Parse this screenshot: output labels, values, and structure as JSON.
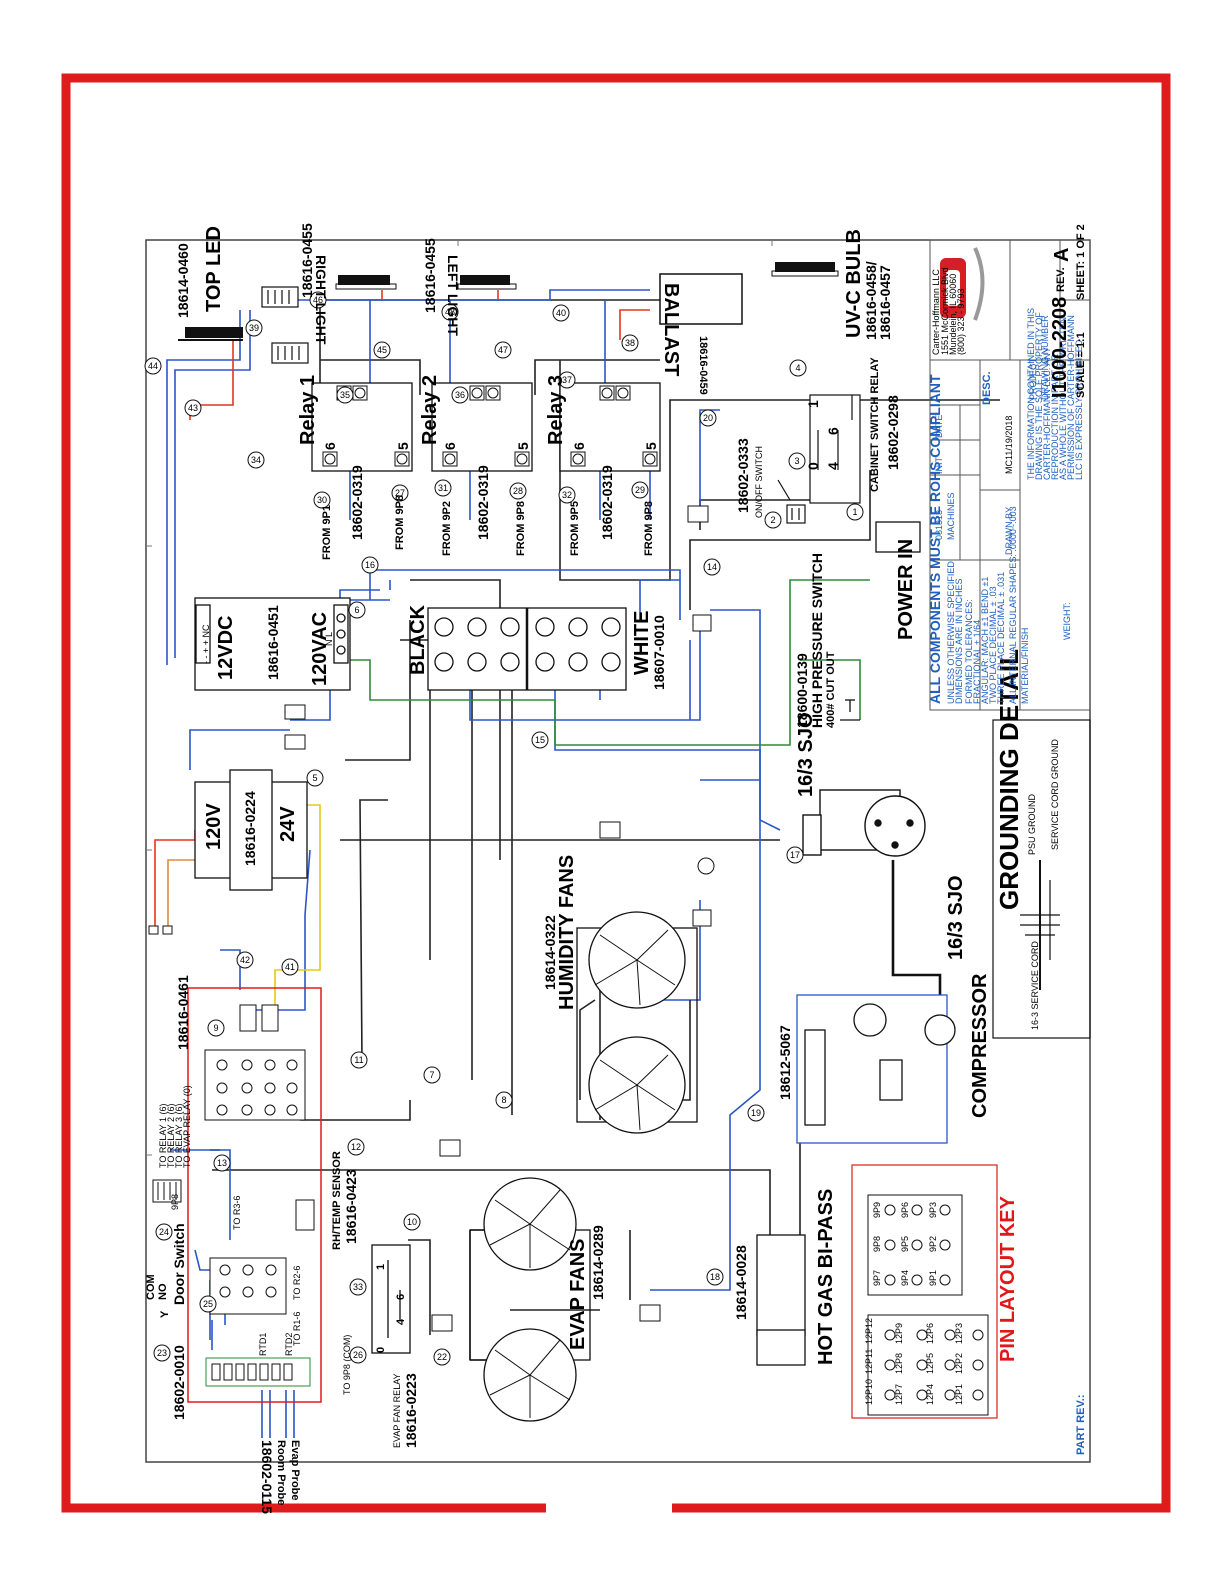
{
  "border": {
    "color": "#e01b1b"
  },
  "drawing": {
    "top_led": {
      "part": "18614-0460",
      "label": "TOP LED"
    },
    "right_light": {
      "part": "18616-0455",
      "label": "RIGHT LIGHT"
    },
    "left_light": {
      "part": "18616-0455",
      "label": "LEFT LIGHT"
    },
    "ballast": {
      "label": "BALLAST",
      "part": "18616-0459"
    },
    "uvc": {
      "label": "UV-C BULB",
      "part1": "18616-0458/",
      "part2": "18616-0457"
    },
    "relays": [
      {
        "name": "Relay 1",
        "part": "18602-0319",
        "pin6": "6",
        "pin5": "5",
        "from_a": "FROM 9P1",
        "from_b": "FROM 9P8",
        "wa": "30",
        "wb": "27",
        "wt": "35"
      },
      {
        "name": "Relay 2",
        "part": "18602-0319",
        "pin6": "6",
        "pin5": "5",
        "from_a": "FROM 9P2",
        "from_b": "FROM 9P8",
        "wa": "31",
        "wb": "28",
        "wt": "36"
      },
      {
        "name": "Relay 3",
        "part": "18602-0319",
        "pin6": "6",
        "pin5": "5",
        "from_a": "FROM 9P5",
        "from_b": "FROM 9P8",
        "wa": "32",
        "wb": "29",
        "wt": "37"
      }
    ],
    "cab_relay": {
      "label": "CABINET SWITCH RELAY",
      "part": "18602-0298",
      "p0": "0",
      "p4": "4",
      "p6": "6",
      "p1": "1"
    },
    "onoff": {
      "part": "18602-0333",
      "label": "ON/OFF SWITCH"
    },
    "power_in": "POWER IN",
    "psu": {
      "v12": "12VDC",
      "part": "18616-0451",
      "v120": "120VAC",
      "terms": "- - + + NC",
      "nl": "N  L"
    },
    "terminal": {
      "black": "BLACK",
      "white": "WHITE",
      "part": "18607-0010"
    },
    "hp_switch": {
      "part": "18600-0139",
      "label": "HIGH PRESSURE SWITCH",
      "cut": "400# CUT OUT"
    },
    "sjo1": "16/3 SJO",
    "sjo2": "16/3 SJO",
    "transformer": {
      "v120": "120V",
      "part": "18616-0224",
      "v24": "24V"
    },
    "humidity": {
      "part": "18614-0322",
      "label": "HUMIDITY FANS"
    },
    "compressor": {
      "label": "COMPRESSOR",
      "part": "18612-5067"
    },
    "grounding": {
      "title": "GROUNDING DETAIL",
      "psu_ground": "PSU GROUND",
      "cord_ground": "SERVICE CORD GROUND",
      "cord": "16-3 SERVICE CORD"
    },
    "controller": {
      "part": "18616-0461"
    },
    "relay_list": [
      "TO RELAY 1 (6)",
      "TO RELAY 2 (6)",
      "TO RELAY 3 (6)",
      "TO EVAP RELAY (0)"
    ],
    "p9": "9P8",
    "door": {
      "label": "Door Switch",
      "com": "COM",
      "no": "NO",
      "y": "Y",
      "part": "18602-0010"
    },
    "rtd": {
      "r1": "RTD1",
      "r2": "RTD2",
      "to_r1": "TO R1-6",
      "to_r2": "TO R2-6",
      "to_r3": "TO R3-6"
    },
    "probe": {
      "part": "18602-0115",
      "room": "Room Probe",
      "evap": "Evap Probe"
    },
    "rh": {
      "label": "RH/TEMP SENSOR",
      "part": "18616-0423"
    },
    "evap_relay": {
      "label": "EVAP FAN RELAY",
      "part": "18616-0223",
      "to": "TO 9P8 (COM)",
      "p0": "0",
      "p1": "1",
      "p4": "4",
      "p6": "6"
    },
    "evap_fans": {
      "label": "EVAP FANS",
      "part": "18614-0289"
    },
    "hot_gas": {
      "label": "HOT GAS BI-PASS",
      "part": "18614-0028"
    },
    "pin_key": {
      "title": "PIN LAYOUT KEY",
      "p12": [
        "12P10",
        "12P11",
        "12P12",
        "12P7",
        "12P8",
        "12P9",
        "12P4",
        "12P5",
        "12P6",
        "12P1",
        "12P2",
        "12P3"
      ],
      "p9": [
        "9P7",
        "9P8",
        "9P9",
        "9P4",
        "9P5",
        "9P6",
        "9P1",
        "9P2",
        "9P3"
      ]
    },
    "wires": [
      "44",
      "43",
      "34",
      "39",
      "45",
      "46",
      "47",
      "48",
      "40",
      "38",
      "4",
      "20",
      "3",
      "2",
      "1",
      "16",
      "6",
      "14",
      "15",
      "17",
      "5",
      "42",
      "41",
      "9",
      "11",
      "12",
      "13",
      "7",
      "8",
      "10",
      "22",
      "23",
      "24",
      "25",
      "26",
      "33",
      "18",
      "19"
    ]
  },
  "title_block": {
    "rohs": "ALL COMPONENTS MUST BE ROHS COMPLIANT",
    "company": "Carter-Hoffmann LLC",
    "address": [
      "1551 McCormick Blvd",
      "Mundelein, IL 60060",
      "(800) 323 - 9793"
    ],
    "desc": "DESC.",
    "unless": [
      "UNLESS OTHERWISE SPECIFIED:",
      "DIMENSIONS ARE IN INCHES",
      "FORMED TOLERANCES:",
      "FRACTIONAL ± 1/64",
      "ANGULAR: MACH ±1  BEND ±1",
      "TWO PLACE DECIMAL    ± .03",
      "THREE PLACE DECIMAL   ± .031"
    ],
    "shapes": "ALL INTERNAL REGULAR SHAPES: .0000~.003",
    "material": "MATERIAL/FINISH",
    "weight": "WEIGHT:",
    "eco": "081313",
    "init_h": "INIT",
    "date_h": "DATE",
    "machines": "MACHINES",
    "drawn": "DRAWN BY",
    "mc": "MC",
    "date": "11/19/2018",
    "legal": [
      "THE INFORMATION CONTAINED IN THIS",
      "DRAWING IS THE SOLE PROPERTY OF",
      "CARTER-HOFFMANN LLC. ANY",
      "REPRODUCTION IN PART OR",
      "AS A WHOLE WITHOUT THE WRITTEN",
      "PERMISSION OF CARTER-HOFFMANN",
      "LLC IS EXPRESSLY PROHIBITED"
    ],
    "project": "PROJECT:",
    "drawing_number_label": "DRAWING NUMBER",
    "drawing_number": "I1000-2208",
    "rev_label": "REV.",
    "rev": "A",
    "scale": "SCALE =  1:1",
    "sheet": "SHEET: 1 OF 2",
    "part_rev": "PART REV.:"
  }
}
